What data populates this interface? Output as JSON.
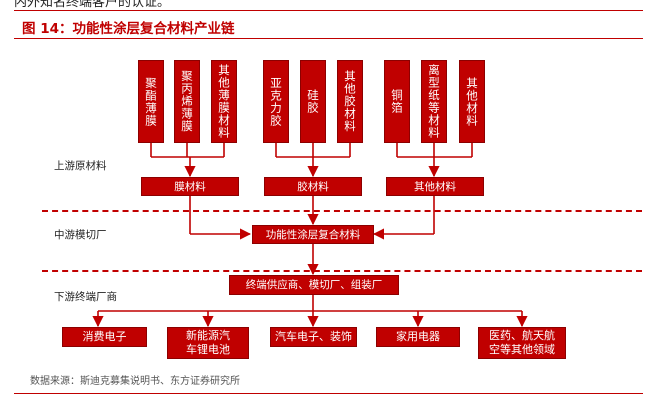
{
  "header": {
    "cut_text": "内外知名终端客户的认证。",
    "figure_title": "图 14：功能性涂层复合材料产业链"
  },
  "stages": {
    "upstream": "上游原材料",
    "midstream": "中游模切厂",
    "downstream": "下游终端厂商"
  },
  "upstream": {
    "film_items": [
      "聚酯薄膜",
      "聚丙烯薄膜",
      "其他薄膜材料"
    ],
    "adhesive_items": [
      "亚克力胶",
      "硅胶",
      "其他胶材料"
    ],
    "other_items": [
      "铜箔",
      "离型纸等材料",
      "其他材料"
    ],
    "groups": [
      "膜材料",
      "胶材料",
      "其他材料"
    ]
  },
  "midstream_box": "功能性涂层复合材料",
  "supplier_box": "终端供应商、模切厂、组装厂",
  "end_markets": [
    "消费电子",
    "新能源汽车锂电池",
    "汽车电子、装饰",
    "家用电器",
    "医药、航天航空等其他领域"
  ],
  "source": "数据来源：斯迪克募集说明书、东方证券研究所",
  "colors": {
    "accent": "#c00000",
    "text": "#222222"
  }
}
